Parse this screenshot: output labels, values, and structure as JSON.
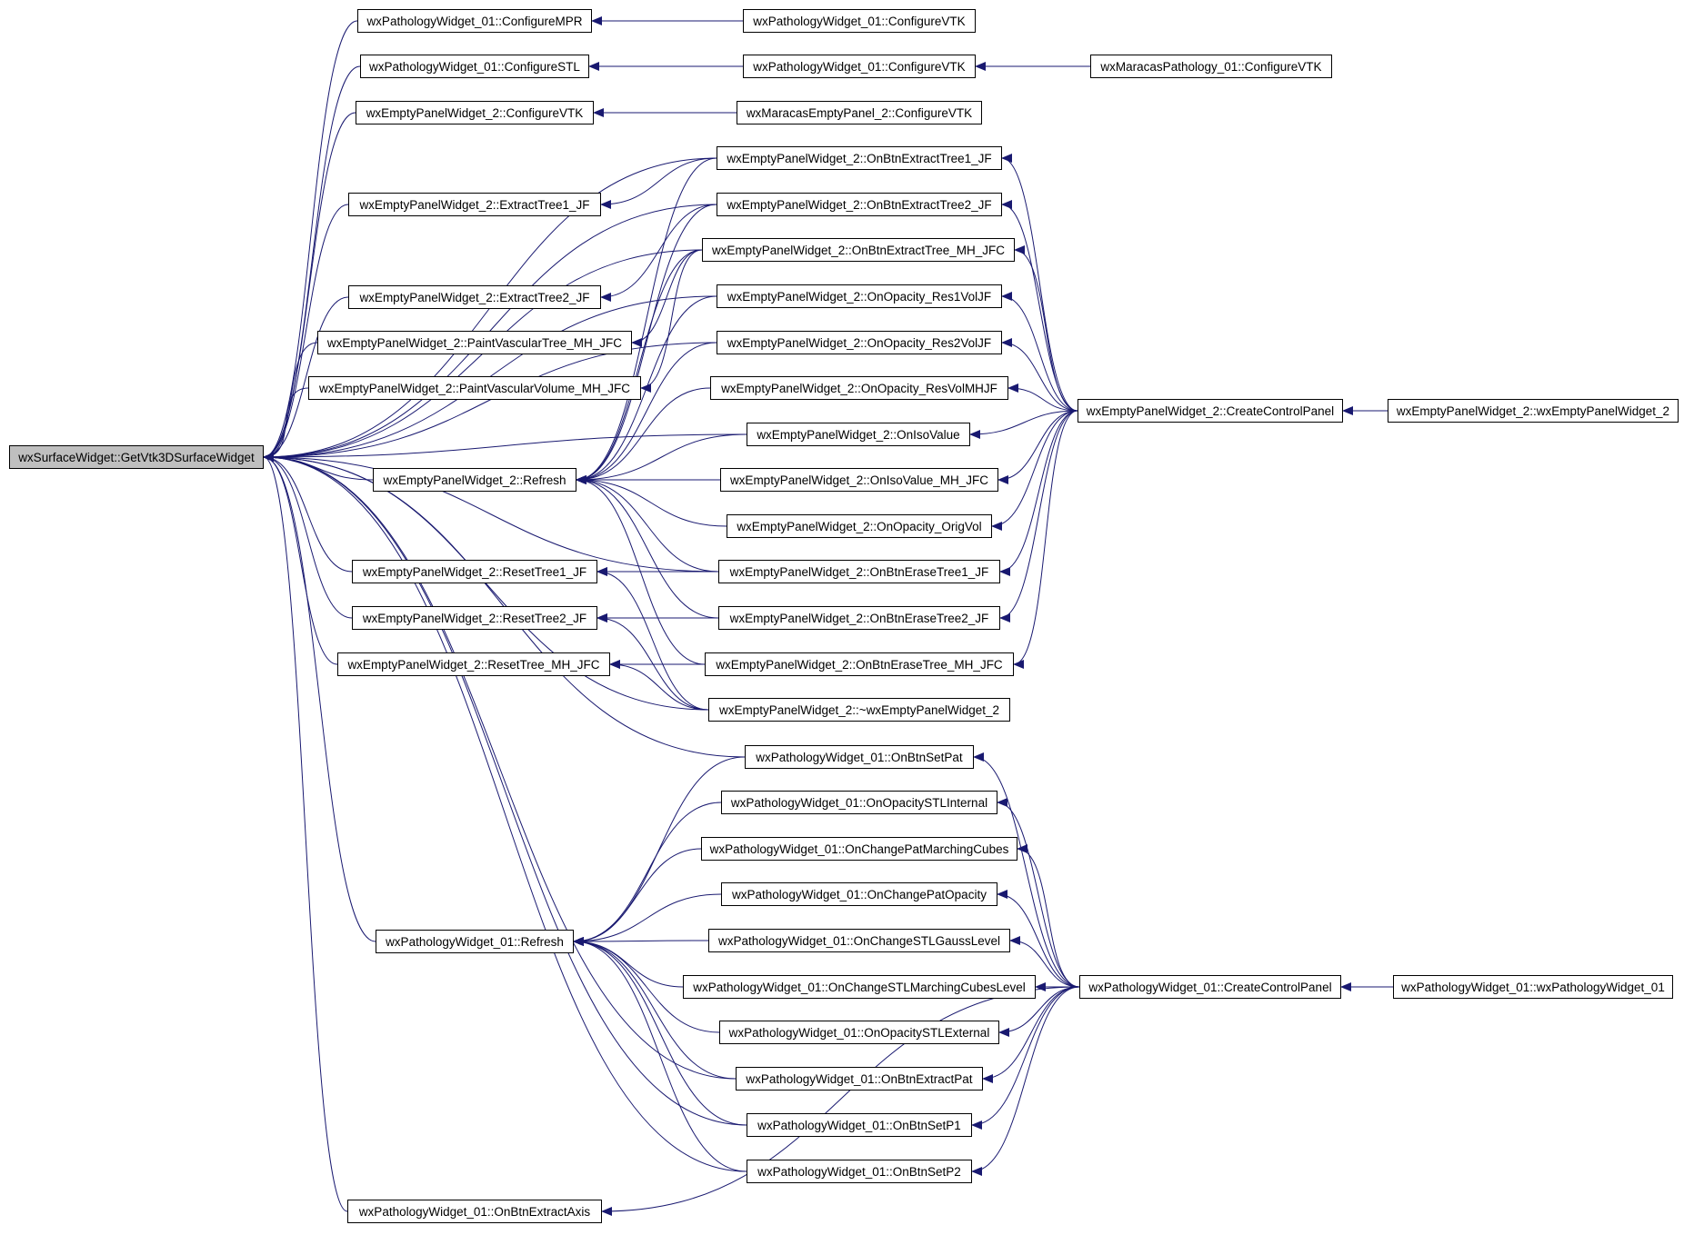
{
  "colors": {
    "edge": "#191970",
    "node_border": "#000000",
    "node_fill": "#ffffff",
    "root_fill": "#bfbfbf"
  },
  "nodes": [
    {
      "id": "root",
      "label": "wxSurfaceWidget::GetVtk3DSurfaceWidget"
    },
    {
      "id": "cfgMPR",
      "label": "wxPathologyWidget_01::ConfigureMPR"
    },
    {
      "id": "cfgSTL",
      "label": "wxPathologyWidget_01::ConfigureSTL"
    },
    {
      "id": "ep2CfgVTK",
      "label": "wxEmptyPanelWidget_2::ConfigureVTK"
    },
    {
      "id": "ep2Ext1",
      "label": "wxEmptyPanelWidget_2::ExtractTree1_JF"
    },
    {
      "id": "ep2Ext2",
      "label": "wxEmptyPanelWidget_2::ExtractTree2_JF"
    },
    {
      "id": "ep2PaintTree",
      "label": "wxEmptyPanelWidget_2::PaintVascularTree_MH_JFC"
    },
    {
      "id": "ep2PaintVol",
      "label": "wxEmptyPanelWidget_2::PaintVascularVolume_MH_JFC"
    },
    {
      "id": "ep2Refresh",
      "label": "wxEmptyPanelWidget_2::Refresh"
    },
    {
      "id": "ep2Reset1",
      "label": "wxEmptyPanelWidget_2::ResetTree1_JF"
    },
    {
      "id": "ep2Reset2",
      "label": "wxEmptyPanelWidget_2::ResetTree2_JF"
    },
    {
      "id": "ep2ResetMH",
      "label": "wxEmptyPanelWidget_2::ResetTree_MH_JFC"
    },
    {
      "id": "pwRefresh",
      "label": "wxPathologyWidget_01::Refresh"
    },
    {
      "id": "pwExtAxis",
      "label": "wxPathologyWidget_01::OnBtnExtractAxis"
    },
    {
      "id": "pwCfgVTK1",
      "label": "wxPathologyWidget_01::ConfigureVTK"
    },
    {
      "id": "pwCfgVTK2",
      "label": "wxPathologyWidget_01::ConfigureVTK"
    },
    {
      "id": "mpCfgVTK",
      "label": "wxMaracasPathology_01::ConfigureVTK"
    },
    {
      "id": "mepCfgVTK",
      "label": "wxMaracasEmptyPanel_2::ConfigureVTK"
    },
    {
      "id": "ep2BtnExt1",
      "label": "wxEmptyPanelWidget_2::OnBtnExtractTree1_JF"
    },
    {
      "id": "ep2BtnExt2",
      "label": "wxEmptyPanelWidget_2::OnBtnExtractTree2_JF"
    },
    {
      "id": "ep2BtnExtMH",
      "label": "wxEmptyPanelWidget_2::OnBtnExtractTree_MH_JFC"
    },
    {
      "id": "ep2OpRes1",
      "label": "wxEmptyPanelWidget_2::OnOpacity_Res1VolJF"
    },
    {
      "id": "ep2OpRes2",
      "label": "wxEmptyPanelWidget_2::OnOpacity_Res2VolJF"
    },
    {
      "id": "ep2OpResMH",
      "label": "wxEmptyPanelWidget_2::OnOpacity_ResVolMHJF"
    },
    {
      "id": "ep2IsoVal",
      "label": "wxEmptyPanelWidget_2::OnIsoValue"
    },
    {
      "id": "ep2IsoValMH",
      "label": "wxEmptyPanelWidget_2::OnIsoValue_MH_JFC"
    },
    {
      "id": "ep2OpOrig",
      "label": "wxEmptyPanelWidget_2::OnOpacity_OrigVol"
    },
    {
      "id": "ep2BtnErase1",
      "label": "wxEmptyPanelWidget_2::OnBtnEraseTree1_JF"
    },
    {
      "id": "ep2BtnErase2",
      "label": "wxEmptyPanelWidget_2::OnBtnEraseTree2_JF"
    },
    {
      "id": "ep2BtnEraseMH",
      "label": "wxEmptyPanelWidget_2::OnBtnEraseTree_MH_JFC"
    },
    {
      "id": "ep2Dtor",
      "label": "wxEmptyPanelWidget_2::~wxEmptyPanelWidget_2"
    },
    {
      "id": "pwSetPat",
      "label": "wxPathologyWidget_01::OnBtnSetPat"
    },
    {
      "id": "pwOpSTLInt",
      "label": "wxPathologyWidget_01::OnOpacitySTLInternal"
    },
    {
      "id": "pwChgMC",
      "label": "wxPathologyWidget_01::OnChangePatMarchingCubes"
    },
    {
      "id": "pwChgOp",
      "label": "wxPathologyWidget_01::OnChangePatOpacity"
    },
    {
      "id": "pwChgGauss",
      "label": "wxPathologyWidget_01::OnChangeSTLGaussLevel"
    },
    {
      "id": "pwChgSTLMC",
      "label": "wxPathologyWidget_01::OnChangeSTLMarchingCubesLevel"
    },
    {
      "id": "pwOpSTLExt",
      "label": "wxPathologyWidget_01::OnOpacitySTLExternal"
    },
    {
      "id": "pwExtPat",
      "label": "wxPathologyWidget_01::OnBtnExtractPat"
    },
    {
      "id": "pwSetP1",
      "label": "wxPathologyWidget_01::OnBtnSetP1"
    },
    {
      "id": "pwSetP2",
      "label": "wxPathologyWidget_01::OnBtnSetP2"
    },
    {
      "id": "ep2CCP",
      "label": "wxEmptyPanelWidget_2::CreateControlPanel"
    },
    {
      "id": "pwCCP",
      "label": "wxPathologyWidget_01::CreateControlPanel"
    },
    {
      "id": "ep2Ctor",
      "label": "wxEmptyPanelWidget_2::wxEmptyPanelWidget_2"
    },
    {
      "id": "pwCtor",
      "label": "wxPathologyWidget_01::wxPathologyWidget_01"
    }
  ],
  "edges": [
    [
      "cfgMPR",
      "root"
    ],
    [
      "cfgSTL",
      "root"
    ],
    [
      "ep2CfgVTK",
      "root"
    ],
    [
      "ep2Ext1",
      "root"
    ],
    [
      "ep2Ext2",
      "root"
    ],
    [
      "ep2PaintTree",
      "root"
    ],
    [
      "ep2PaintVol",
      "root"
    ],
    [
      "ep2Refresh",
      "root"
    ],
    [
      "ep2Reset1",
      "root"
    ],
    [
      "ep2Reset2",
      "root"
    ],
    [
      "ep2ResetMH",
      "root"
    ],
    [
      "pwRefresh",
      "root"
    ],
    [
      "pwExtAxis",
      "root"
    ],
    [
      "ep2BtnExt1",
      "root"
    ],
    [
      "ep2BtnExt2",
      "root"
    ],
    [
      "ep2BtnExtMH",
      "root"
    ],
    [
      "ep2OpRes1",
      "root"
    ],
    [
      "ep2OpRes2",
      "root"
    ],
    [
      "ep2IsoVal",
      "root"
    ],
    [
      "ep2BtnErase1",
      "root"
    ],
    [
      "ep2Dtor",
      "root"
    ],
    [
      "pwSetPat",
      "root"
    ],
    [
      "pwExtPat",
      "root"
    ],
    [
      "pwSetP1",
      "root"
    ],
    [
      "pwSetP2",
      "root"
    ],
    [
      "pwCfgVTK1",
      "cfgMPR"
    ],
    [
      "pwCfgVTK2",
      "cfgSTL"
    ],
    [
      "mpCfgVTK",
      "pwCfgVTK2"
    ],
    [
      "mepCfgVTK",
      "ep2CfgVTK"
    ],
    [
      "ep2BtnExt1",
      "ep2Ext1"
    ],
    [
      "ep2BtnExt2",
      "ep2Ext2"
    ],
    [
      "ep2BtnExtMH",
      "ep2PaintTree"
    ],
    [
      "ep2BtnExtMH",
      "ep2PaintVol"
    ],
    [
      "ep2BtnExt1",
      "ep2Refresh"
    ],
    [
      "ep2BtnExt2",
      "ep2Refresh"
    ],
    [
      "ep2BtnExtMH",
      "ep2Refresh"
    ],
    [
      "ep2OpRes1",
      "ep2Refresh"
    ],
    [
      "ep2OpRes2",
      "ep2Refresh"
    ],
    [
      "ep2OpResMH",
      "ep2Refresh"
    ],
    [
      "ep2IsoVal",
      "ep2Refresh"
    ],
    [
      "ep2IsoValMH",
      "ep2Refresh"
    ],
    [
      "ep2OpOrig",
      "ep2Refresh"
    ],
    [
      "ep2BtnErase1",
      "ep2Refresh"
    ],
    [
      "ep2BtnErase2",
      "ep2Refresh"
    ],
    [
      "ep2BtnEraseMH",
      "ep2Refresh"
    ],
    [
      "ep2BtnErase1",
      "ep2Reset1"
    ],
    [
      "ep2Dtor",
      "ep2Reset1"
    ],
    [
      "ep2BtnErase2",
      "ep2Reset2"
    ],
    [
      "ep2Dtor",
      "ep2Reset2"
    ],
    [
      "ep2BtnEraseMH",
      "ep2ResetMH"
    ],
    [
      "ep2Dtor",
      "ep2ResetMH"
    ],
    [
      "pwSetPat",
      "pwRefresh"
    ],
    [
      "pwOpSTLInt",
      "pwRefresh"
    ],
    [
      "pwChgMC",
      "pwRefresh"
    ],
    [
      "pwChgOp",
      "pwRefresh"
    ],
    [
      "pwChgGauss",
      "pwRefresh"
    ],
    [
      "pwChgSTLMC",
      "pwRefresh"
    ],
    [
      "pwOpSTLExt",
      "pwRefresh"
    ],
    [
      "pwExtPat",
      "pwRefresh"
    ],
    [
      "pwSetP1",
      "pwRefresh"
    ],
    [
      "pwSetP2",
      "pwRefresh"
    ],
    [
      "ep2CCP",
      "ep2BtnExt1"
    ],
    [
      "ep2CCP",
      "ep2BtnExt2"
    ],
    [
      "ep2CCP",
      "ep2BtnExtMH"
    ],
    [
      "ep2CCP",
      "ep2OpRes1"
    ],
    [
      "ep2CCP",
      "ep2OpRes2"
    ],
    [
      "ep2CCP",
      "ep2OpResMH"
    ],
    [
      "ep2CCP",
      "ep2IsoVal"
    ],
    [
      "ep2CCP",
      "ep2IsoValMH"
    ],
    [
      "ep2CCP",
      "ep2OpOrig"
    ],
    [
      "ep2CCP",
      "ep2BtnErase1"
    ],
    [
      "ep2CCP",
      "ep2BtnErase2"
    ],
    [
      "ep2CCP",
      "ep2BtnEraseMH"
    ],
    [
      "ep2Ctor",
      "ep2CCP"
    ],
    [
      "pwCCP",
      "pwSetPat"
    ],
    [
      "pwCCP",
      "pwOpSTLInt"
    ],
    [
      "pwCCP",
      "pwChgMC"
    ],
    [
      "pwCCP",
      "pwChgOp"
    ],
    [
      "pwCCP",
      "pwChgGauss"
    ],
    [
      "pwCCP",
      "pwChgSTLMC"
    ],
    [
      "pwCCP",
      "pwOpSTLExt"
    ],
    [
      "pwCCP",
      "pwExtPat"
    ],
    [
      "pwCCP",
      "pwSetP1"
    ],
    [
      "pwCCP",
      "pwSetP2"
    ],
    [
      "pwCCP",
      "pwExtAxis"
    ],
    [
      "pwCtor",
      "pwCCP"
    ]
  ]
}
